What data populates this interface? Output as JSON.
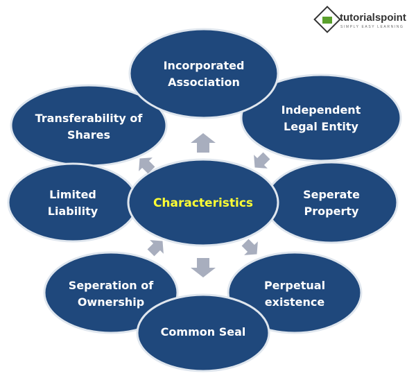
{
  "logo": {
    "name": "tutorialspoint",
    "tagline": "SIMPLY EASY LEARNING"
  },
  "center": "Characteristics",
  "nodes": {
    "incorporated": [
      "Incorporated",
      "Association"
    ],
    "independent": [
      "Independent",
      "Legal Entity"
    ],
    "transferability": [
      "Transferability of",
      "Shares"
    ],
    "limited": [
      "Limited",
      "Liability"
    ],
    "seperate": [
      "Seperate",
      "Property"
    ],
    "seperation": [
      "Seperation of",
      "Ownership"
    ],
    "perpetual": [
      "Perpetual",
      "existence"
    ],
    "seal": [
      "Common Seal"
    ]
  },
  "colors": {
    "node": "#1f487c",
    "center_text": "#ffff33",
    "arrow": "#a8aebe"
  }
}
